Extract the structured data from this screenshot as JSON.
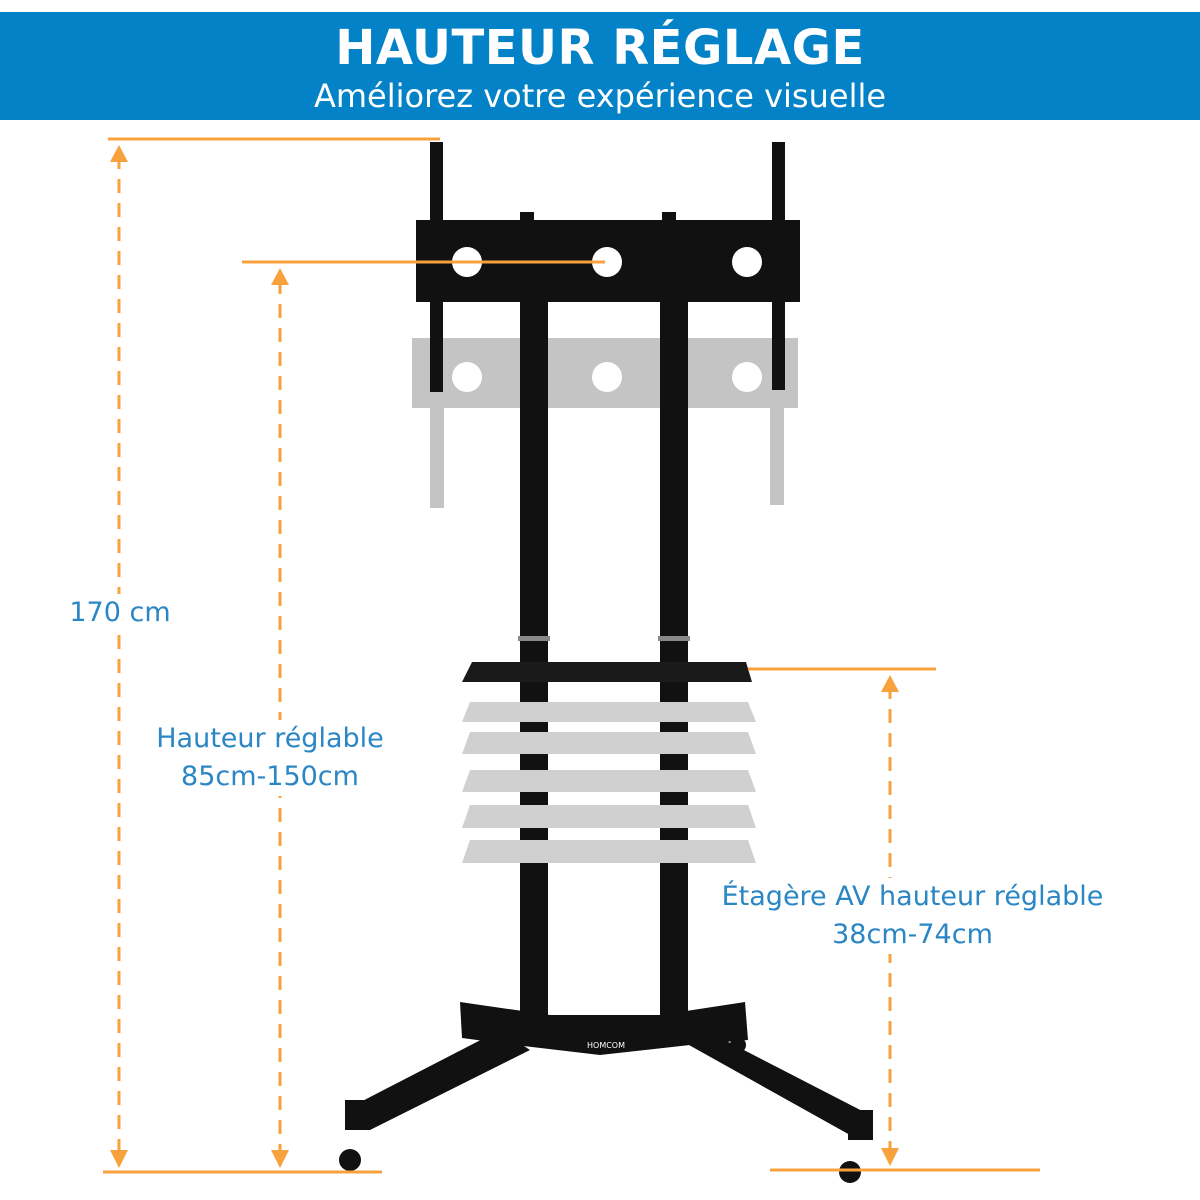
{
  "header": {
    "title": "HAUTEUR RÉGLAGE",
    "subtitle": "Améliorez votre expérience visuelle"
  },
  "dimensions": {
    "total_height": "170 cm",
    "mount_height_label": "Hauteur réglable",
    "mount_height_range": "85cm-150cm",
    "shelf_height_label": "Étagère AV hauteur réglable",
    "shelf_height_range": "38cm-74cm"
  },
  "logo_text": "HOMCOM",
  "colors": {
    "banner": "#0382c8",
    "dimension_line": "#f7a23c",
    "label_text": "#2a86c4",
    "product": "#111111",
    "ghost_positions": "#bdbdbd"
  }
}
